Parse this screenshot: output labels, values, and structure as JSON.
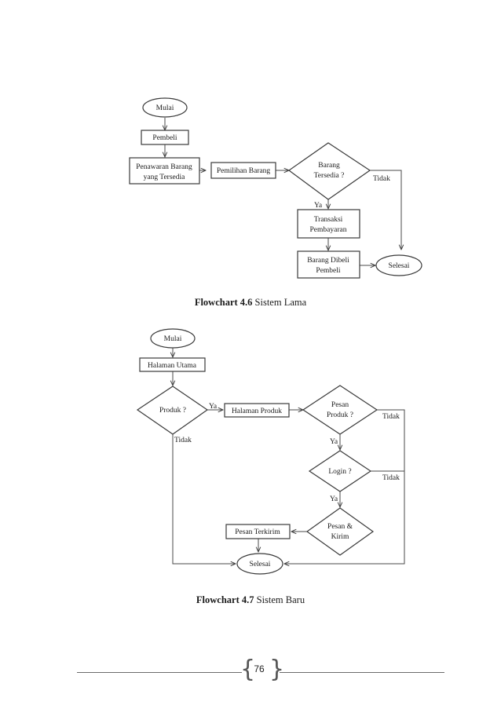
{
  "flowchart_old": {
    "caption_label": "Flowchart 4.6",
    "caption_text": " Sistem Lama",
    "nodes": {
      "start": "Mulai",
      "buyer": "Pembeli",
      "offer_l1": "Penawaran Barang",
      "offer_l2": "yang Tersedia",
      "select": "Pemilihan Barang",
      "avail_l1": "Barang",
      "avail_l2": "Tersedia ?",
      "trans_l1": "Transaksi",
      "trans_l2": "Pembayaran",
      "bought_l1": "Barang Dibeli",
      "bought_l2": "Pembeli",
      "end": "Selesai"
    },
    "edges": {
      "yes": "Ya",
      "no": "Tidak"
    }
  },
  "flowchart_new": {
    "caption_label": "Flowchart 4.7",
    "caption_text": " Sistem Baru",
    "nodes": {
      "start": "Mulai",
      "home": "Halaman Utama",
      "product_q": "Produk ?",
      "product_page": "Halaman Produk",
      "order_q_l1": "Pesan",
      "order_q_l2": "Produk ?",
      "login_q": "Login ?",
      "send_l1": "Pesan &",
      "send_l2": "Kirim",
      "sent": "Pesan Terkirim",
      "end": "Selesai"
    },
    "edges": {
      "yes": "Ya",
      "no": "Tidak"
    }
  },
  "footer": {
    "page_number": "76"
  }
}
